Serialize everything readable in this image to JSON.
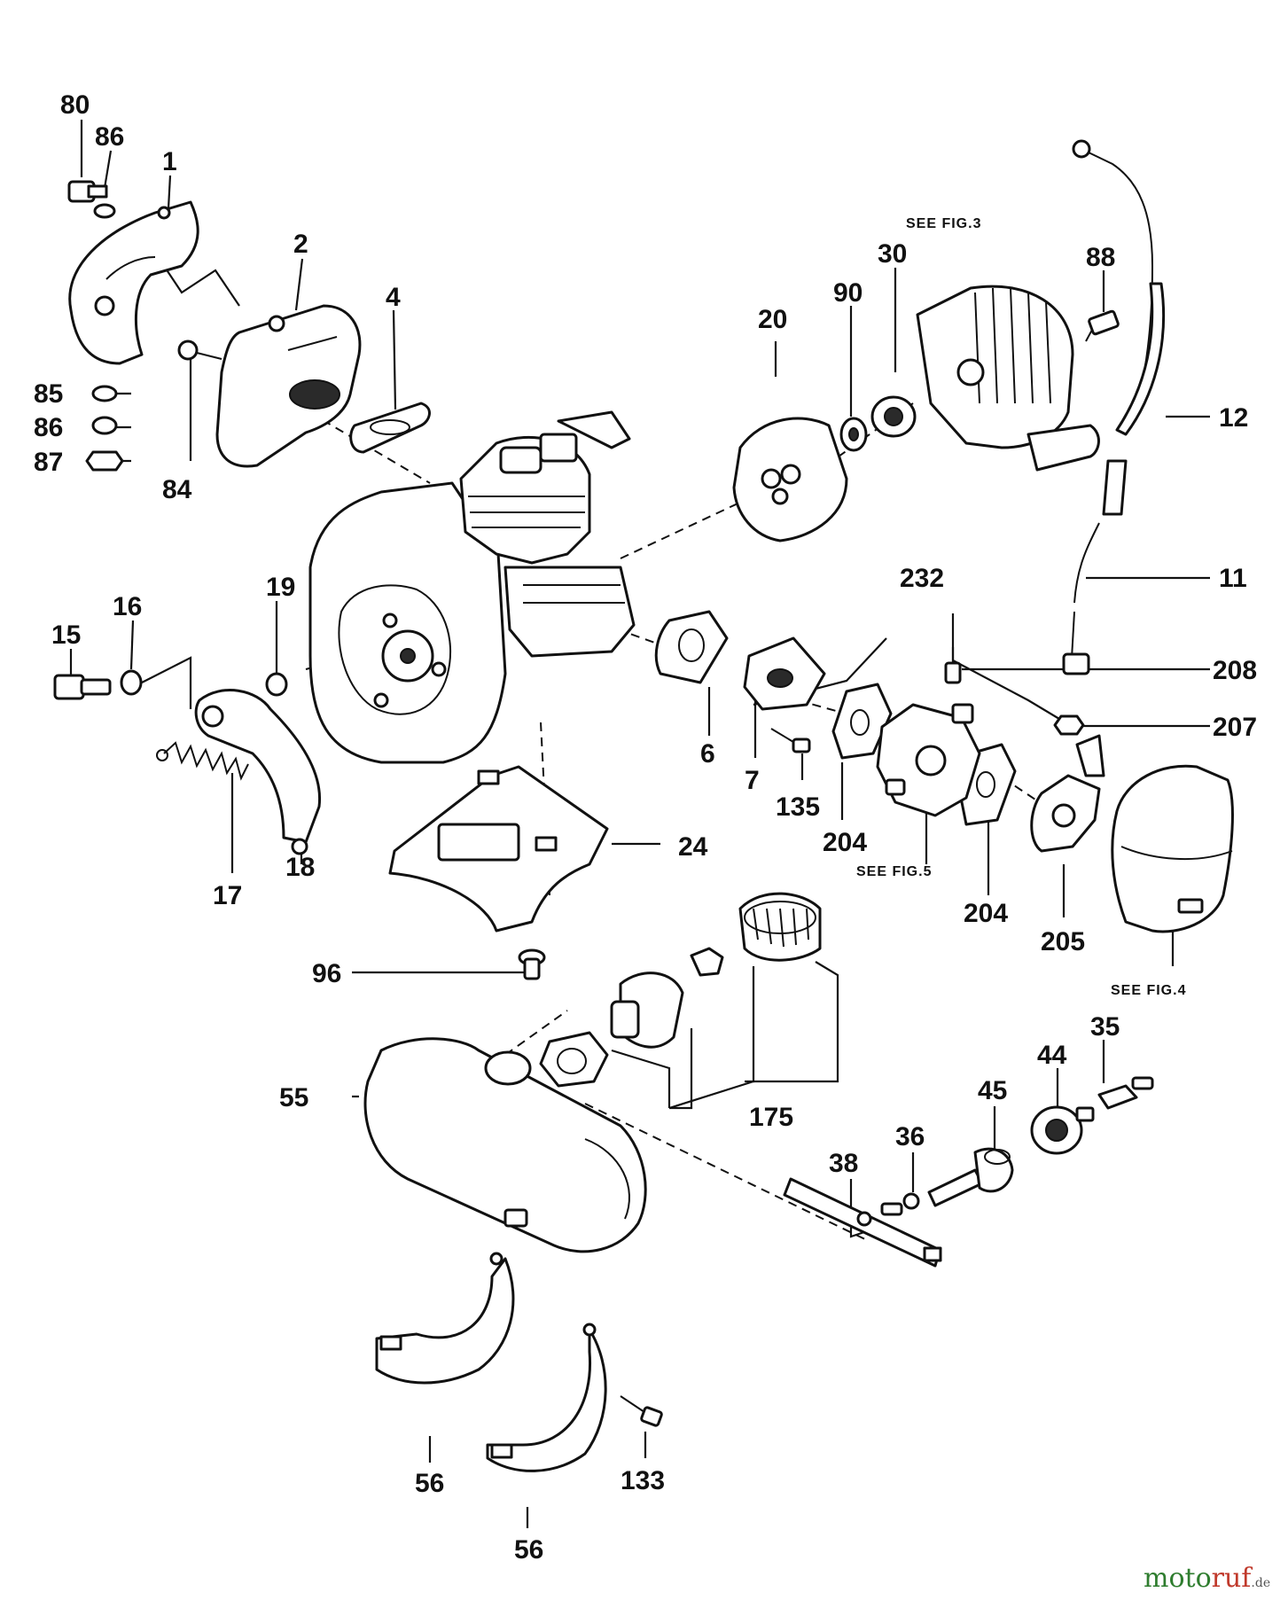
{
  "diagram": {
    "callouts": [
      {
        "id": "80",
        "label": "80"
      },
      {
        "id": "86a",
        "label": "86"
      },
      {
        "id": "1",
        "label": "1"
      },
      {
        "id": "2",
        "label": "2"
      },
      {
        "id": "4",
        "label": "4"
      },
      {
        "id": "84",
        "label": "84"
      },
      {
        "id": "85",
        "label": "85"
      },
      {
        "id": "86b",
        "label": "86"
      },
      {
        "id": "87",
        "label": "87"
      },
      {
        "id": "20",
        "label": "20"
      },
      {
        "id": "90",
        "label": "90"
      },
      {
        "id": "30",
        "label": "30"
      },
      {
        "id": "88",
        "label": "88"
      },
      {
        "id": "12",
        "label": "12"
      },
      {
        "id": "11",
        "label": "11"
      },
      {
        "id": "232",
        "label": "232"
      },
      {
        "id": "208",
        "label": "208"
      },
      {
        "id": "207",
        "label": "207"
      },
      {
        "id": "15",
        "label": "15"
      },
      {
        "id": "16",
        "label": "16"
      },
      {
        "id": "19",
        "label": "19"
      },
      {
        "id": "18",
        "label": "18"
      },
      {
        "id": "17",
        "label": "17"
      },
      {
        "id": "6",
        "label": "6"
      },
      {
        "id": "7",
        "label": "7"
      },
      {
        "id": "135",
        "label": "135"
      },
      {
        "id": "204a",
        "label": "204"
      },
      {
        "id": "204b",
        "label": "204"
      },
      {
        "id": "205",
        "label": "205"
      },
      {
        "id": "24",
        "label": "24"
      },
      {
        "id": "96",
        "label": "96"
      },
      {
        "id": "55",
        "label": "55"
      },
      {
        "id": "175",
        "label": "175"
      },
      {
        "id": "35",
        "label": "35"
      },
      {
        "id": "44",
        "label": "44"
      },
      {
        "id": "45",
        "label": "45"
      },
      {
        "id": "36",
        "label": "36"
      },
      {
        "id": "38",
        "label": "38"
      },
      {
        "id": "133",
        "label": "133"
      },
      {
        "id": "56a",
        "label": "56"
      },
      {
        "id": "56b",
        "label": "56"
      }
    ],
    "notes": {
      "fig3": "SEE FIG.3",
      "fig5": "SEE FIG.5",
      "fig4": "SEE FIG.4"
    }
  },
  "watermark": {
    "part1": "moto",
    "part2": "ruf",
    "suffix": ".de"
  }
}
